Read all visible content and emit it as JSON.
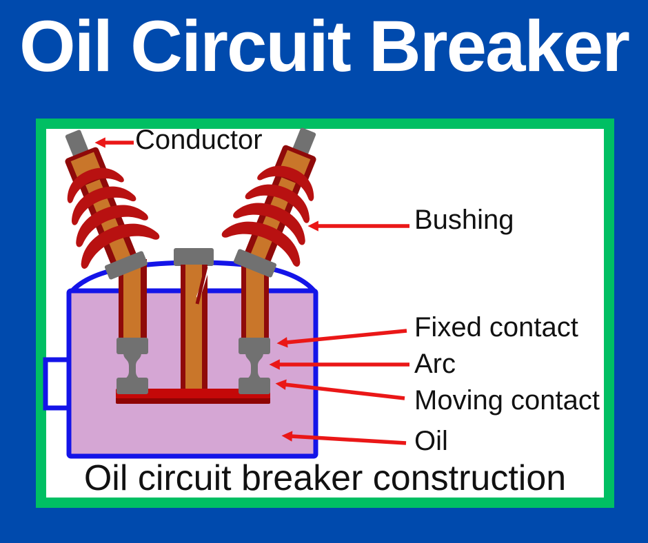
{
  "title": "Oil Circuit Breaker",
  "caption": "Oil circuit breaker construction",
  "labels": {
    "conductor": "Conductor",
    "bushing": "Bushing",
    "fixed_contact": "Fixed contact",
    "arc": "Arc",
    "moving_contact": "Moving contact",
    "oil": "Oil"
  },
  "colors": {
    "background": "#004aad",
    "title_text": "#ffffff",
    "panel_border": "#00bf63",
    "panel_bg": "#ffffff",
    "tank_outline": "#1414e8",
    "oil_fill": "#d5a6d4",
    "copper": "#c9762a",
    "dark_red": "#8f0a0a",
    "shed_red": "#b81111",
    "metal_gray": "#717171",
    "crossbar_red": "#c40808",
    "crossbar_dark": "#8e0404",
    "arrow_red": "#ea1717",
    "label_text": "#111111"
  }
}
